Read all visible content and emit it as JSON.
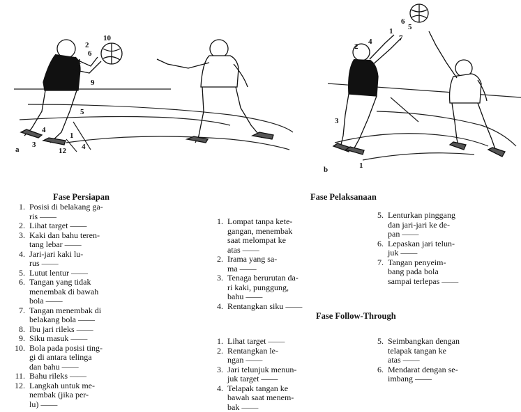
{
  "figures": {
    "a": {
      "letter": "a",
      "callouts": [
        "1",
        "2",
        "3",
        "4",
        "5",
        "6",
        "9",
        "10",
        "12",
        "4"
      ]
    },
    "b": {
      "letter": "b",
      "callouts": [
        "1",
        "2",
        "3",
        "4",
        "5",
        "6",
        "7"
      ]
    }
  },
  "persiapan": {
    "title": "Fase Persiapan",
    "items": [
      {
        "num": "1.",
        "lines": [
          "Posisi di belakang ga-",
          "ris ——"
        ]
      },
      {
        "num": "2.",
        "lines": [
          "Lihat target ——"
        ]
      },
      {
        "num": "3.",
        "lines": [
          "Kaki dan bahu teren-",
          "tang lebar ——"
        ]
      },
      {
        "num": "4.",
        "lines": [
          "Jari-jari kaki lu-",
          "rus ——"
        ]
      },
      {
        "num": "5.",
        "lines": [
          "Lutut lentur ——"
        ]
      },
      {
        "num": "6.",
        "lines": [
          "Tangan yang tidak",
          "menembak di bawah",
          "bola ——"
        ]
      },
      {
        "num": "7.",
        "lines": [
          "Tangan menembak di",
          "belakang bola ——"
        ]
      },
      {
        "num": "8.",
        "lines": [
          "Ibu jari rileks ——"
        ]
      },
      {
        "num": "9.",
        "lines": [
          "Siku masuk ——"
        ]
      },
      {
        "num": "10.",
        "lines": [
          "Bola pada posisi ting-",
          "gi di antara telinga",
          "dan bahu ——"
        ]
      },
      {
        "num": "11.",
        "lines": [
          "Bahu rileks ——"
        ]
      },
      {
        "num": "12.",
        "lines": [
          "Langkah untuk me-",
          "nembak (jika per-",
          "lu) ——"
        ]
      }
    ]
  },
  "pelaksanaan": {
    "title": "Fase Pelaksanaan",
    "col1": [
      {
        "num": "1.",
        "lines": [
          "Lompat tanpa kete-",
          "gangan, menembak",
          "saat melompat ke",
          "atas ——"
        ]
      },
      {
        "num": "2.",
        "lines": [
          "Irama yang sa-",
          "ma ——"
        ]
      },
      {
        "num": "3.",
        "lines": [
          "Tenaga berurutan da-",
          "ri kaki, punggung,",
          "bahu ——"
        ]
      },
      {
        "num": "4.",
        "lines": [
          "Rentangkan siku ——"
        ]
      }
    ],
    "col2": [
      {
        "num": "5.",
        "lines": [
          "Lenturkan pinggang",
          "dan jari-jari ke de-",
          "pan ——"
        ]
      },
      {
        "num": "6.",
        "lines": [
          "Lepaskan jari telun-",
          "juk ——"
        ]
      },
      {
        "num": "7.",
        "lines": [
          "Tangan penyeim-",
          "bang pada bola",
          "sampai terlepas ——"
        ]
      }
    ]
  },
  "follow_through": {
    "title": "Fase Follow-Through",
    "col1": [
      {
        "num": "1.",
        "lines": [
          "Lihat target ——"
        ]
      },
      {
        "num": "2.",
        "lines": [
          "Rentangkan le-",
          "ngan ——"
        ]
      },
      {
        "num": "3.",
        "lines": [
          "Jari telunjuk menun-",
          "juk target ——"
        ]
      },
      {
        "num": "4.",
        "lines": [
          "Telapak tangan ke",
          "bawah saat menem-",
          "bak ——"
        ]
      }
    ],
    "col2": [
      {
        "num": "5.",
        "lines": [
          "Seimbangkan dengan",
          "telapak tangan ke",
          "atas ——"
        ]
      },
      {
        "num": "6.",
        "lines": [
          "Mendarat dengan se-",
          "imbang ——"
        ]
      }
    ]
  }
}
